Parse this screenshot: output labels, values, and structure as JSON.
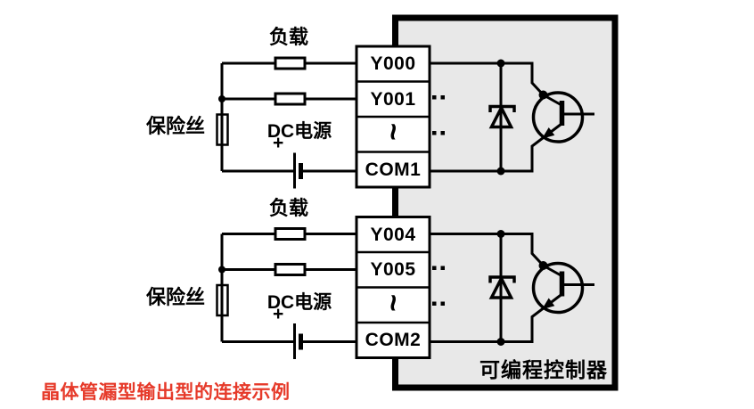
{
  "diagram": {
    "caption": "晶体管漏型输出型的连接示例",
    "caption_color": "#e63a2a",
    "controller_label": "可编程控制器",
    "controller_fill": "#e8e8e8",
    "wire_color": "#000000",
    "units": [
      {
        "load_label": "负载",
        "fuse_label": "保险丝",
        "power_label": "DC电源",
        "polarity_label": "+",
        "terminals": [
          "Y000",
          "Y001",
          "~",
          "COM1"
        ]
      },
      {
        "load_label": "负载",
        "fuse_label": "保险丝",
        "power_label": "DC电源",
        "polarity_label": "+",
        "terminals": [
          "Y004",
          "Y005",
          "~",
          "COM2"
        ]
      }
    ]
  }
}
